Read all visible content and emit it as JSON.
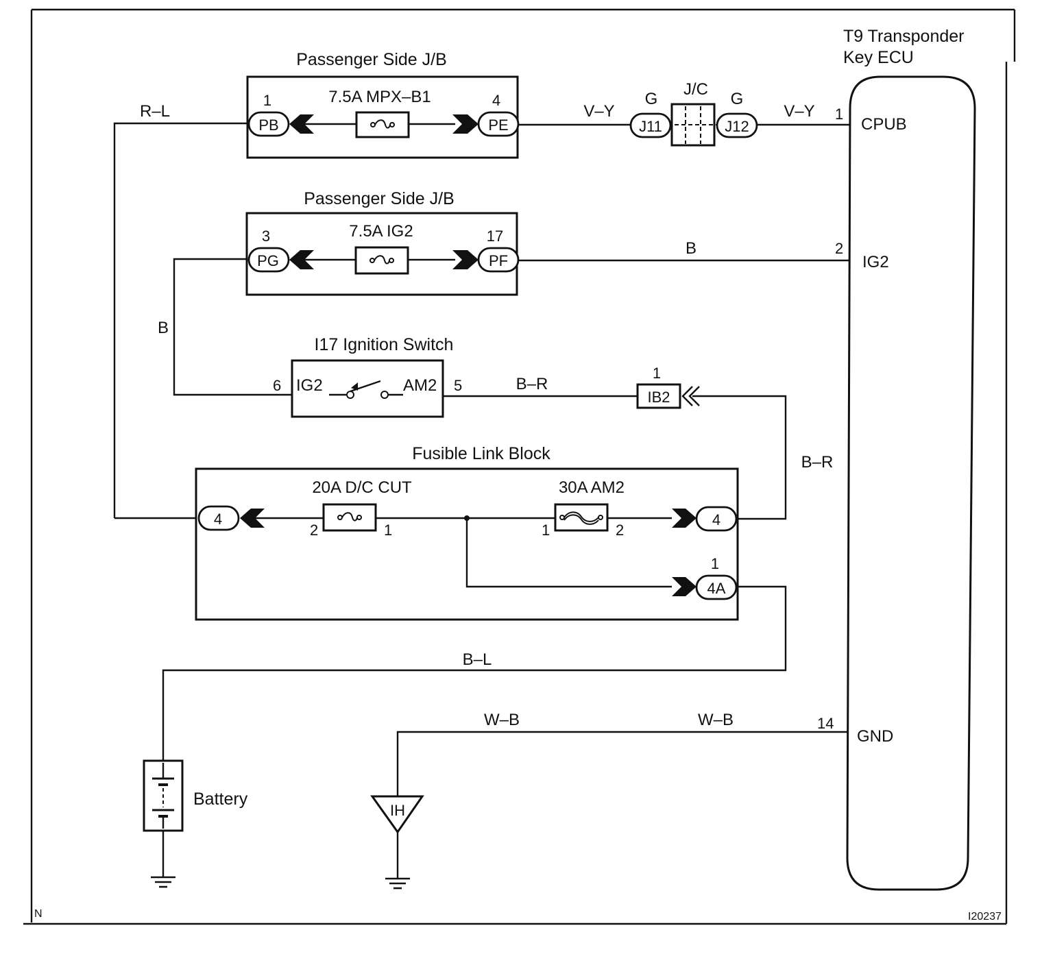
{
  "components": {
    "ecu": {
      "title_line1": "T9 Transponder",
      "title_line2": "Key ECU",
      "terminals": {
        "cpub": {
          "pin": "1",
          "label": "CPUB"
        },
        "ig2": {
          "pin": "2",
          "label": "IG2"
        },
        "gnd": {
          "pin": "14",
          "label": "GND"
        }
      }
    },
    "jb1": {
      "title": "Passenger Side J/B",
      "fuse": "7.5A MPX–B1",
      "left": {
        "pin": "1",
        "label": "PB"
      },
      "right": {
        "pin": "4",
        "label": "PE"
      }
    },
    "jb2": {
      "title": "Passenger Side J/B",
      "fuse": "7.5A IG2",
      "left": {
        "pin": "3",
        "label": "PG"
      },
      "right": {
        "pin": "17",
        "label": "PF"
      }
    },
    "jc": {
      "title": "J/C",
      "left": {
        "color": "G",
        "label": "J11"
      },
      "right": {
        "color": "G",
        "label": "J12"
      }
    },
    "ignition": {
      "title": "I17 Ignition Switch",
      "left": {
        "pin": "6",
        "label": "IG2"
      },
      "right": {
        "pin": "5",
        "label": "AM2"
      }
    },
    "ib2": {
      "pin": "1",
      "label": "IB2"
    },
    "fusible": {
      "title": "Fusible Link Block",
      "fuse_left": {
        "label": "20A D/C CUT",
        "pin_a": "2",
        "pin_b": "1"
      },
      "fuse_right": {
        "label": "30A AM2",
        "pin_a": "1",
        "pin_b": "2"
      },
      "conn_left": "4",
      "conn_right": "4",
      "conn_4a": {
        "pin": "1",
        "label": "4A"
      }
    },
    "battery": {
      "label": "Battery"
    },
    "ground": {
      "label": "IH"
    }
  },
  "wires": {
    "r_l": "R–L",
    "v_y_left": "V–Y",
    "v_y_right": "V–Y",
    "b_top": "B",
    "b_left": "B",
    "b_r_mid": "B–R",
    "b_r_right": "B–R",
    "b_l": "B–L",
    "w_b_left": "W–B",
    "w_b_right": "W–B"
  },
  "footer": {
    "corner_left": "N",
    "figure_id": "I20237"
  }
}
